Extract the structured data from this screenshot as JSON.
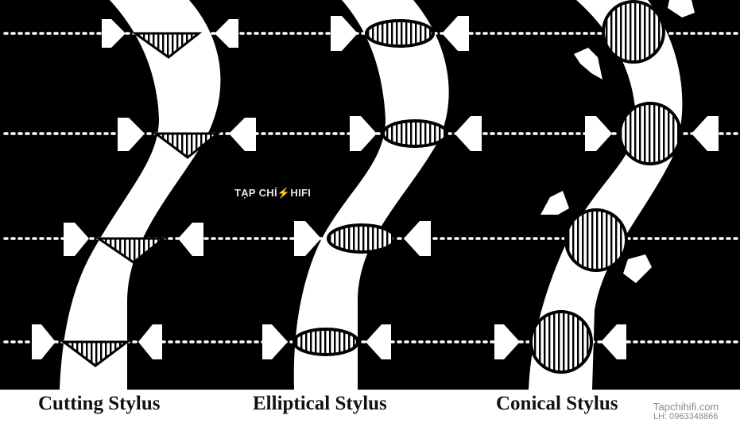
{
  "captions": {
    "cutting": "Cutting Stylus",
    "elliptical": "Elliptical Stylus",
    "conical": "Conical Stylus"
  },
  "watermark": {
    "center_left": "TẠP CHÍ",
    "center_bolt": "⚡",
    "center_right": "HIFI",
    "site": "Tapchihifi.com",
    "phone": "LH: 0963348866"
  },
  "colors": {
    "background": "#000000",
    "groove": "#ffffff",
    "caption_band": "#ffffff",
    "caption_text": "#111111"
  },
  "panels": [
    {
      "id": "cutting",
      "stylus_shape": "triangle",
      "stylus_count": 4
    },
    {
      "id": "elliptical",
      "stylus_shape": "ellipse",
      "stylus_count": 4
    },
    {
      "id": "conical",
      "stylus_shape": "circle",
      "stylus_count": 4
    }
  ]
}
